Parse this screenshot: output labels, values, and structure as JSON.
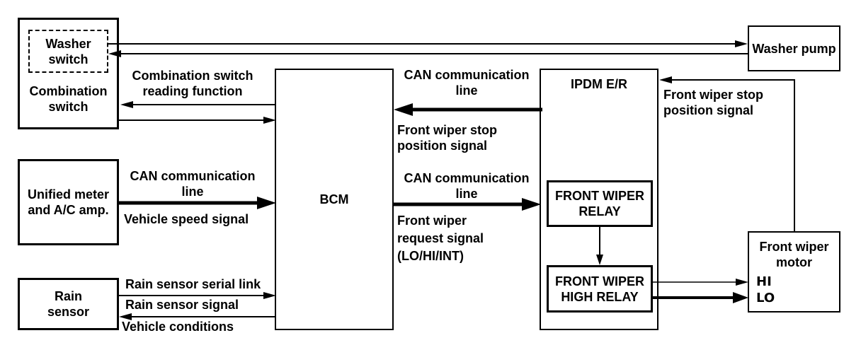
{
  "boxes": {
    "combination_switch": {
      "label": "Combination\nswitch"
    },
    "washer_switch": {
      "label": "Washer\nswitch"
    },
    "washer_pump": {
      "label": "Washer pump"
    },
    "unified_meter": {
      "label": "Unified meter\nand A/C amp."
    },
    "rain_sensor": {
      "label": "Rain\nsensor"
    },
    "bcm": {
      "label": "BCM"
    },
    "ipdm": {
      "label": "IPDM E/R"
    },
    "front_wiper_relay": {
      "label": "FRONT WIPER\nRELAY"
    },
    "front_wiper_high_relay": {
      "label": "FRONT WIPER\nHIGH RELAY"
    },
    "front_wiper_motor": {
      "label": "Front wiper\nmotor",
      "hi": "HI",
      "lo": "LO"
    }
  },
  "connections": {
    "combination_reading": "Combination switch\nreading function",
    "can_top": "CAN communication\nline",
    "front_wiper_stop_mid": "Front wiper stop\nposition signal",
    "can_mid": "CAN communication\nline",
    "front_wiper_request": "Front wiper\nrequest signal\n(LO/HI/INT)",
    "can_left": "CAN communication\nline",
    "vehicle_speed": "Vehicle speed signal",
    "rain_serial_link": "Rain sensor serial link",
    "rain_signal": "Rain sensor signal",
    "vehicle_conditions": "Vehicle conditions",
    "front_wiper_stop_right": "Front wiper stop\nposition signal"
  },
  "colors": {
    "line": "#000000",
    "background": "#ffffff"
  }
}
